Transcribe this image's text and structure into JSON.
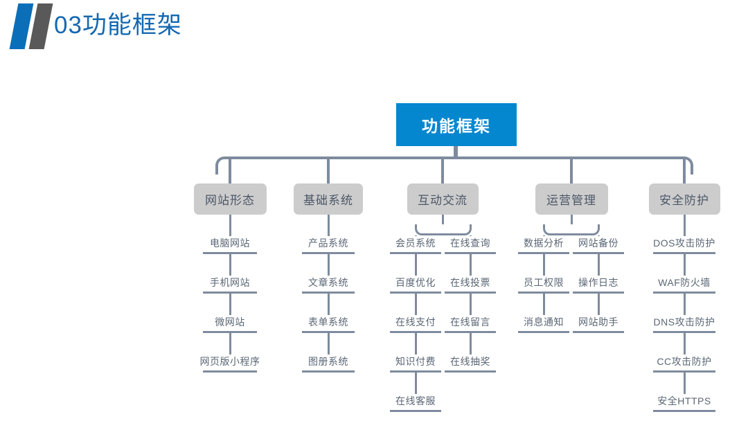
{
  "header": {
    "number": "03",
    "title": "03功能框架",
    "accent_blue": "#0a6fb8",
    "accent_gray": "#595959",
    "title_color": "#1568b0"
  },
  "diagram": {
    "type": "org-tree",
    "root": {
      "label": "功能框架",
      "bg": "#0587d0",
      "color": "#ffffff"
    },
    "node_bg": "#cccccc",
    "node_color": "#4c5767",
    "line_color": "#7e8b9e",
    "leaf_color": "#5a6675",
    "branches": [
      {
        "label": "网站形态",
        "columns": [
          {
            "items": [
              "电脑网站",
              "手机网站",
              "微网站",
              "网页版小程序"
            ]
          }
        ]
      },
      {
        "label": "基础系统",
        "columns": [
          {
            "items": [
              "产品系统",
              "文章系统",
              "表单系统",
              "图册系统"
            ]
          }
        ]
      },
      {
        "label": "互动交流",
        "columns": [
          {
            "items": [
              "会员系统",
              "百度优化",
              "在线支付",
              "知识付费",
              "在线客服"
            ]
          },
          {
            "items": [
              "在线查询",
              "在线投票",
              "在线留言",
              "在线抽奖"
            ]
          }
        ]
      },
      {
        "label": "运营管理",
        "columns": [
          {
            "items": [
              "数据分析",
              "员工权限",
              "消息通知"
            ]
          },
          {
            "items": [
              "网站备份",
              "操作日志",
              "网站助手"
            ]
          }
        ]
      },
      {
        "label": "安全防护",
        "columns": [
          {
            "items": [
              "DOS攻击防护",
              "WAF防火墙",
              "DNS攻击防护",
              "CC攻击防护",
              "安全HTTPS"
            ]
          }
        ]
      }
    ]
  }
}
